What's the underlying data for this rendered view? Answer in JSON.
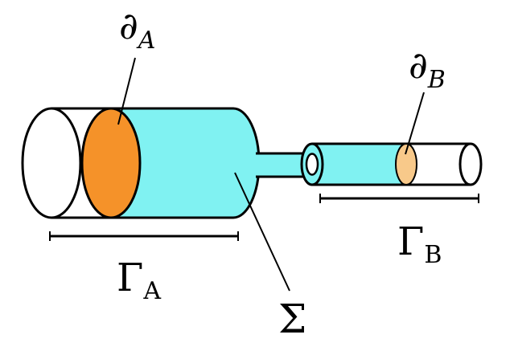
{
  "labels": {
    "boundary_a": {
      "symbol": "∂",
      "sub": "A"
    },
    "boundary_b": {
      "symbol": "∂",
      "sub": "B"
    },
    "gamma_a": {
      "symbol": "Γ",
      "sub": "A"
    },
    "gamma_b": {
      "symbol": "Γ",
      "sub": "B"
    },
    "sigma": {
      "symbol": "Σ"
    }
  },
  "colors": {
    "tube_fill": "#80f2f2",
    "boundary_a_fill": "#f59229",
    "boundary_b_fill": "#f8c98a",
    "stroke": "#000000",
    "background": "#ffffff"
  }
}
